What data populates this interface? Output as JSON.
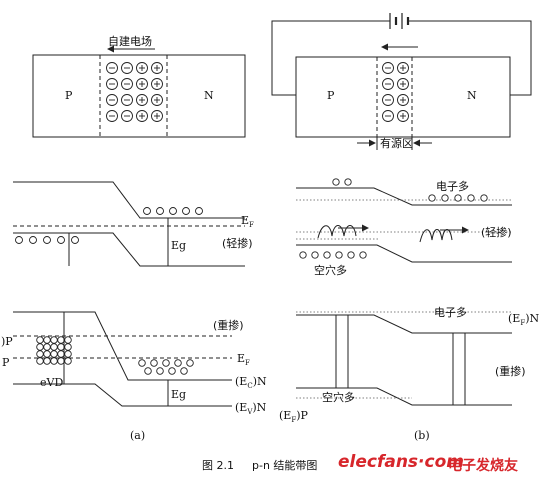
{
  "diagram": {
    "top_left": {
      "field_label": "自建电场",
      "p": "P",
      "n": "N"
    },
    "top_right": {
      "p": "P",
      "n": "N",
      "active_region": "有源区"
    },
    "a_light": {
      "ef": "E",
      "ef_sub": "F",
      "eg": "Eg",
      "doping": "(轻掺)"
    },
    "a_heavy": {
      "efp": ")P",
      "p_mark": "P",
      "evd": "eVD",
      "ef": "E",
      "ef_sub": "F",
      "ec": "(E",
      "ec_sub": "C",
      "ec_tail": ")N",
      "eg": "Eg",
      "ev": "(E",
      "ev_sub": "V",
      "ev_tail": ")N",
      "doping": "(重掺)"
    },
    "b_light": {
      "electrons": "电子多",
      "holes": "空穴多",
      "doping": "(轻掺)"
    },
    "b_heavy": {
      "electrons": "电子多",
      "efn": "(E",
      "efn_sub": "F",
      "efn_tail": ")N",
      "doping": "(重掺)",
      "holes": "空穴多",
      "efp": "(E",
      "efp_sub": "F",
      "efp_tail": ")P"
    },
    "label_a": "(a)",
    "label_b": "(b)",
    "caption_num": "图 2.1",
    "caption_text": "p-n 结能带图"
  },
  "watermark": {
    "site": "elecfans·com",
    "cn": "电子发烧友",
    "color": "#d7262b"
  }
}
